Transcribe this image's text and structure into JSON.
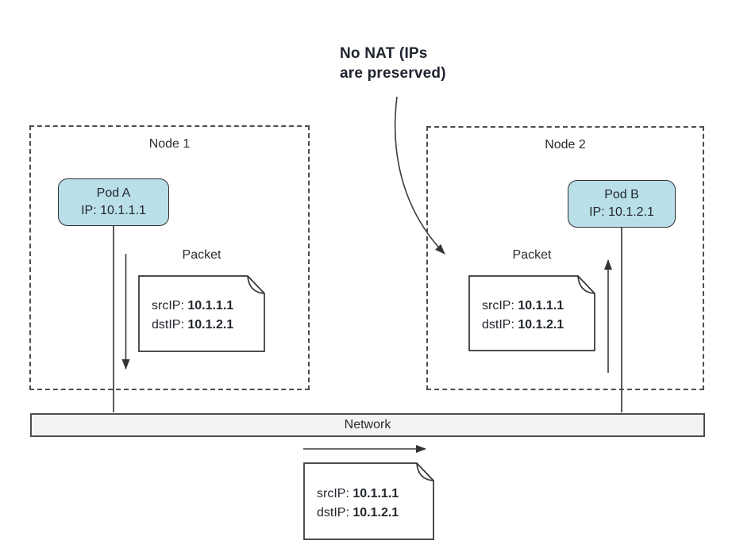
{
  "annotation": {
    "text": "No NAT (IPs\nare preserved)"
  },
  "nodes": [
    {
      "label": "Node 1",
      "pod": {
        "name": "Pod A",
        "ip": "IP: 10.1.1.1"
      },
      "packet": {
        "label": "Packet",
        "src_key": "srcIP:",
        "src_value": "10.1.1.1",
        "dst_key": "dstIP:",
        "dst_value": "10.1.2.1"
      }
    },
    {
      "label": "Node 2",
      "pod": {
        "name": "Pod B",
        "ip": "IP: 10.1.2.1"
      },
      "packet": {
        "label": "Packet",
        "src_key": "srcIP:",
        "src_value": "10.1.1.1",
        "dst_key": "dstIP:",
        "dst_value": "10.1.2.1"
      }
    }
  ],
  "network": {
    "label": "Network",
    "packet": {
      "src_key": "srcIP:",
      "src_value": "10.1.1.1",
      "dst_key": "dstIP:",
      "dst_value": "10.1.2.1"
    }
  },
  "colors": {
    "pod_fill": "#b9dfe9",
    "pod_border": "#2f2f2f",
    "node_border": "#4d4d4d",
    "network_fill": "#f3f3f3",
    "line": "#3c3c3c",
    "text": "#2b2b2b",
    "annotation_text": "#20242f"
  }
}
